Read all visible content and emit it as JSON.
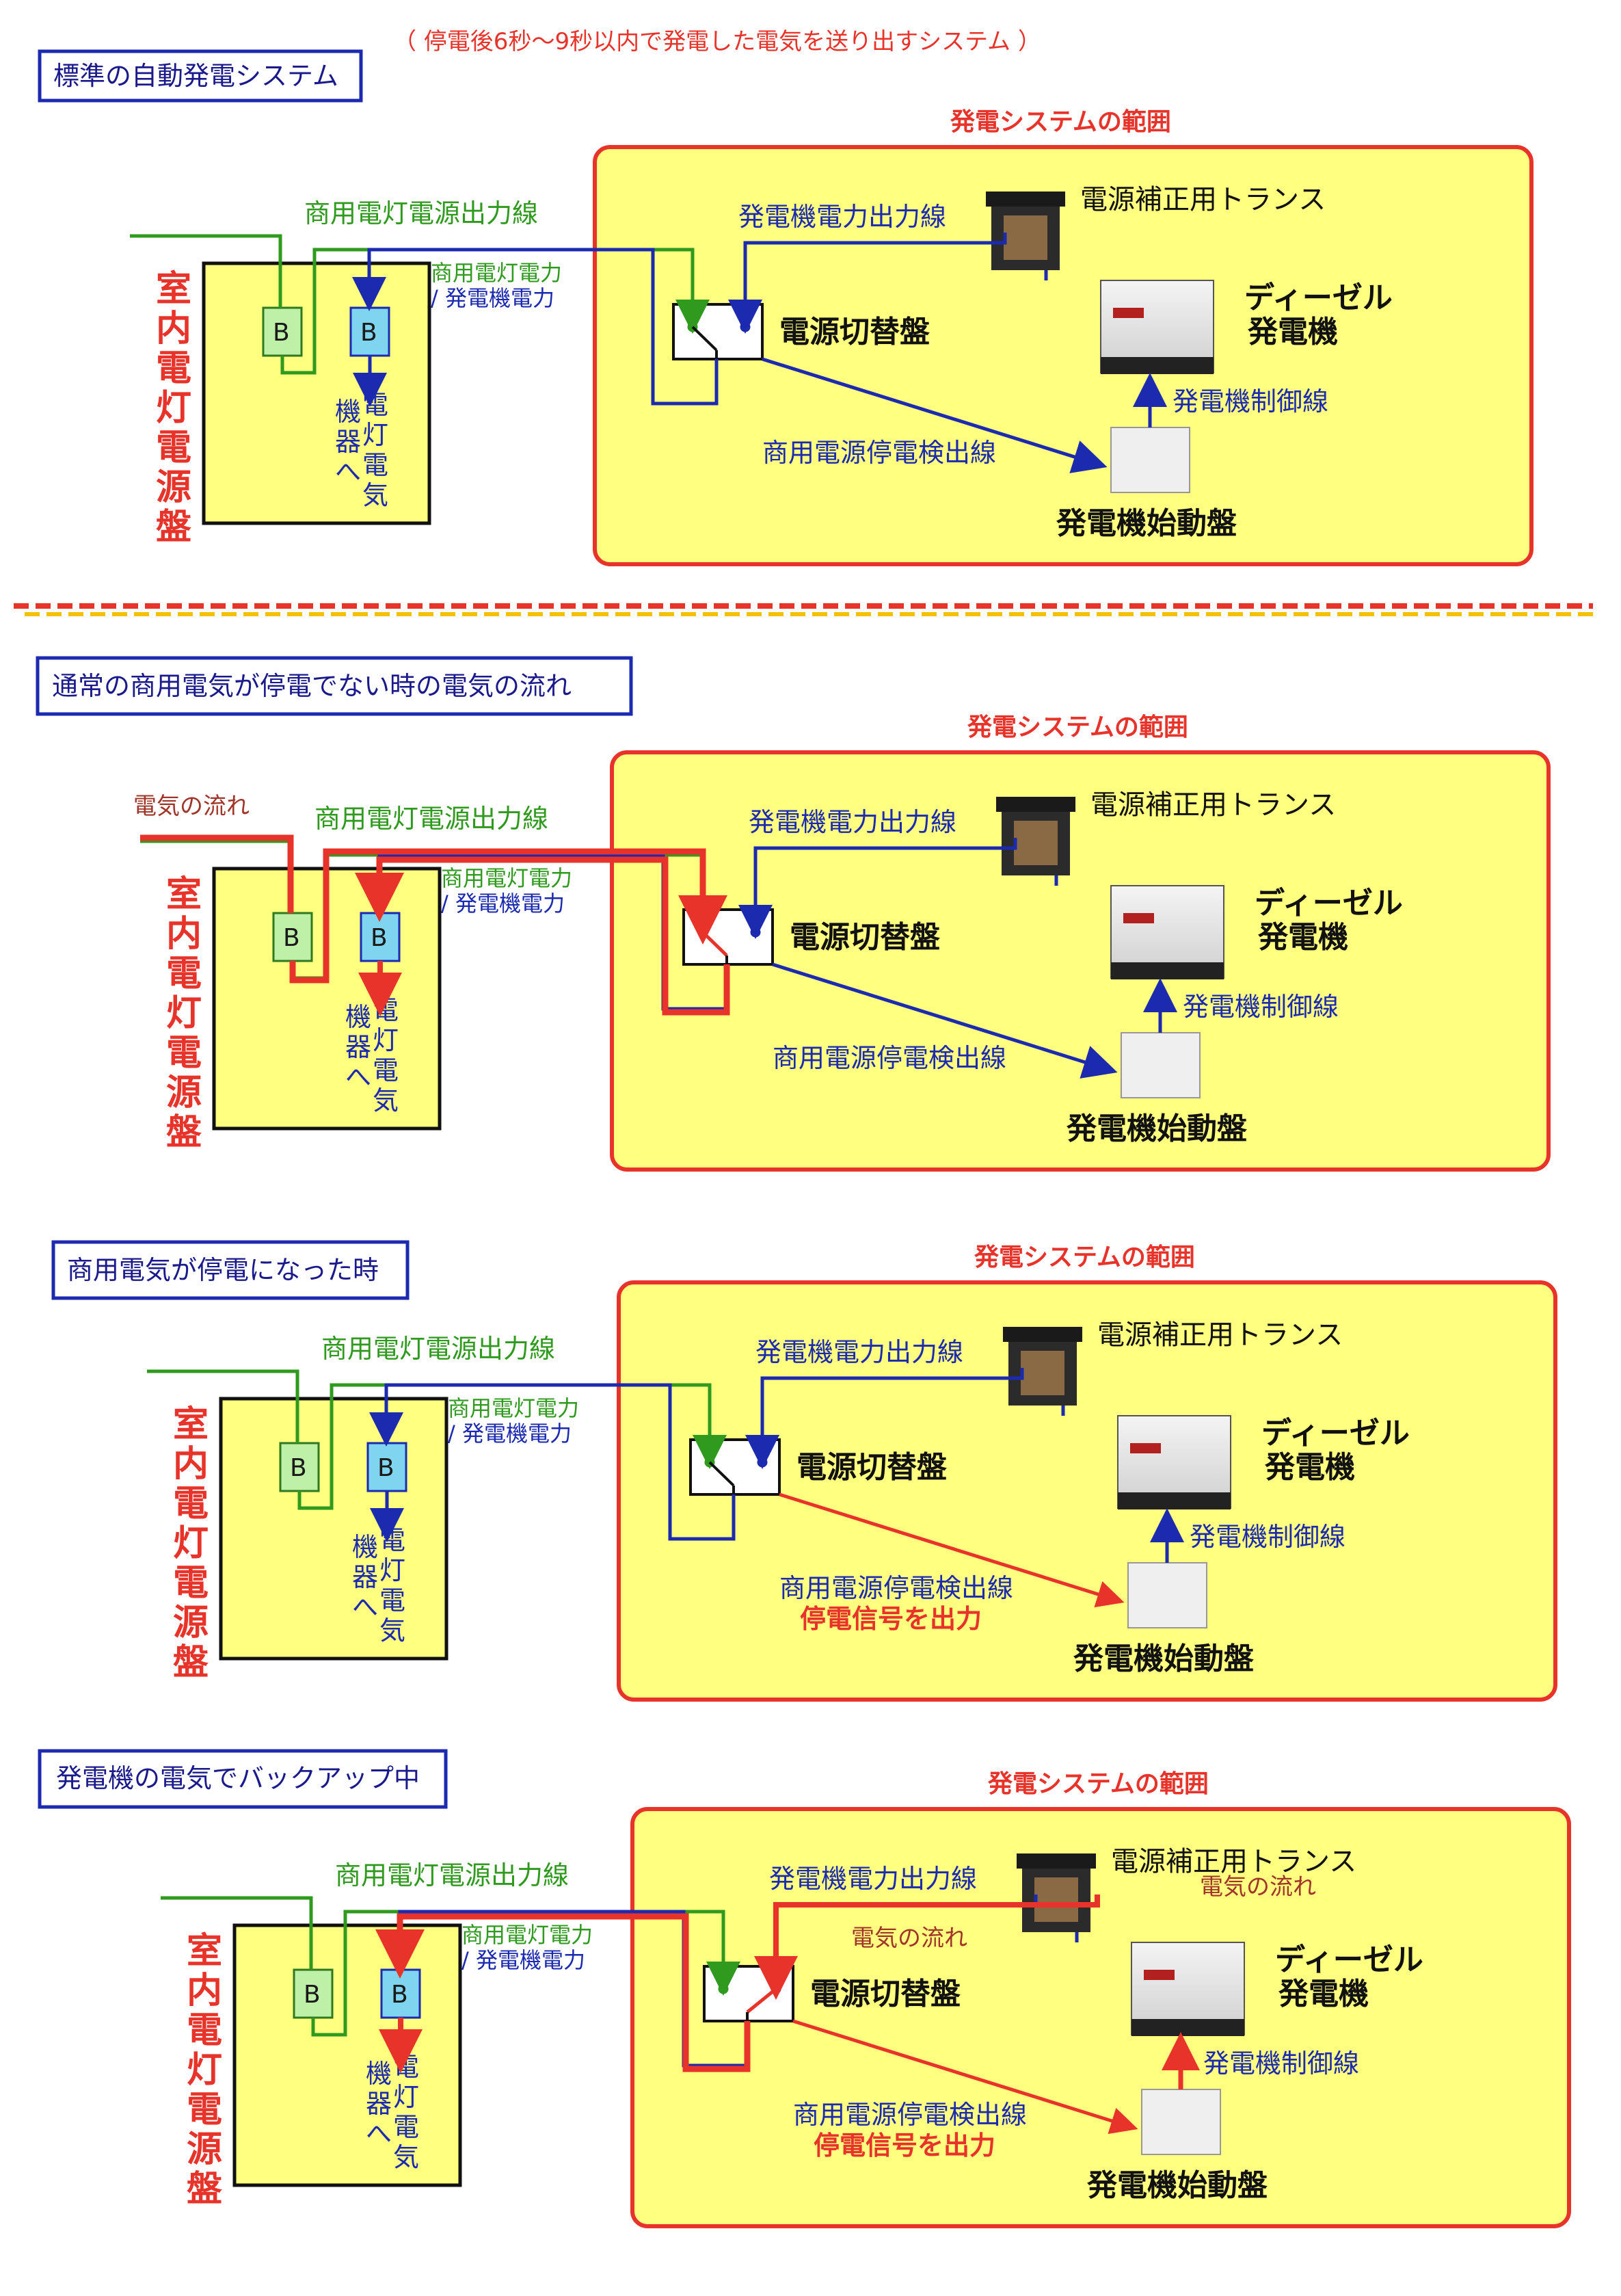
{
  "header": {
    "subtitle": "（ 停電後6秒～9秒以内で発電した電気を送り出すシステム ）"
  },
  "labels": {
    "range": "発電システムの範囲",
    "commercial_line": "商用電灯電源出力線",
    "gen_output_line": "発電機電力出力線",
    "transformer": "電源補正用トランス",
    "diesel1": "ディーゼル",
    "diesel2": "発電機",
    "switch_panel": "電源切替盤",
    "gen_control_line": "発電機制御線",
    "outage_detect_line": "商用電源停電検出線",
    "starter_panel": "発電機始動盤",
    "comm_power": "商用電灯電力",
    "gen_power": "/ 発電機電力",
    "indoor_panel": "室内電灯電源盤",
    "breaker": "B",
    "to_equipment_a": "機器へ",
    "to_equipment_b": "電灯電気",
    "flow": "電気の流れ",
    "outage_signal": "停電信号を出力"
  },
  "sections": [
    {
      "title": "標準の自動発電システム"
    },
    {
      "title": "通常の商用電気が停電でない時の電気の流れ"
    },
    {
      "title": "商用電気が停電になった時"
    },
    {
      "title": "発電機の電気でバックアップ中"
    }
  ],
  "colors": {
    "green": "#2f9a1e",
    "blue": "#1c2ab0",
    "red": "#e8332a",
    "yellow": "#ffff80",
    "box_border": "#e8332a"
  }
}
